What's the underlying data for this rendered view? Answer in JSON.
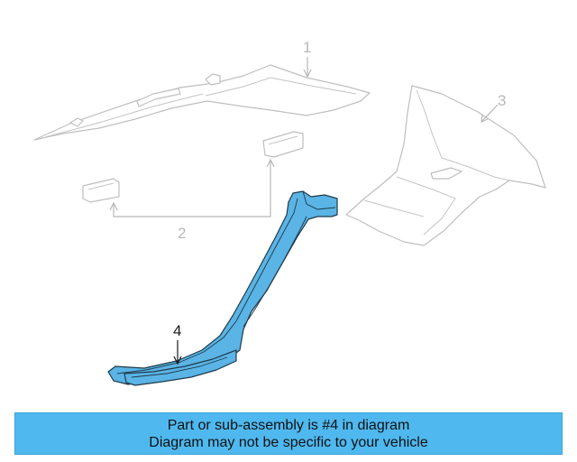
{
  "colors": {
    "highlight": "#5ab4e5",
    "banner": "#4fb8ef",
    "ghost": "#bfbfbf"
  },
  "callouts": [
    {
      "number": "1",
      "highlighted": false
    },
    {
      "number": "2",
      "highlighted": false
    },
    {
      "number": "3",
      "highlighted": false
    },
    {
      "number": "4",
      "highlighted": true
    }
  ],
  "banner": {
    "line1": "Part or sub-assembly is #4 in diagram",
    "line2": "Diagram may not be specific to your vehicle"
  }
}
